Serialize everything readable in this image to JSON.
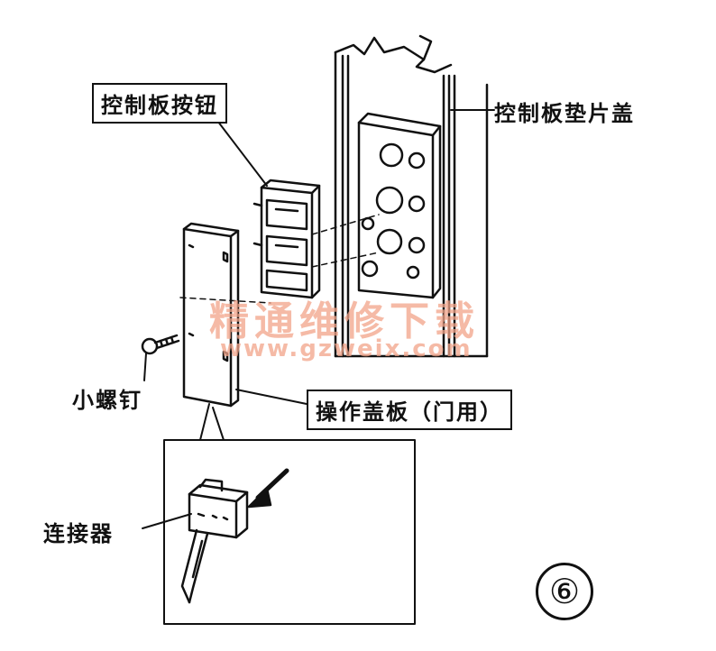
{
  "labels": {
    "control_panel_button": "控制板按钮",
    "control_panel_shim_cover": "控制板垫片盖",
    "small_screw": "小螺钉",
    "operation_cover_plate": "操作盖板（门用）",
    "connector": "连接器"
  },
  "figure_number": "⑥",
  "watermark": {
    "cn": "精通维修下载",
    "url": "www.gzweix.com"
  }
}
